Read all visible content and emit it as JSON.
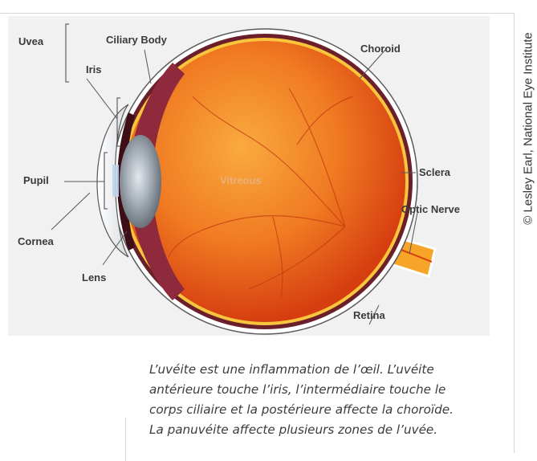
{
  "labels": {
    "uvea": "Uvea",
    "ciliary_body": "Ciliary Body",
    "choroid": "Choroid",
    "iris": "Iris",
    "pupil": "Pupil",
    "vitreous": "Vitreous",
    "sclera": "Sclera",
    "optic_nerve": "Optic Nerve",
    "cornea": "Cornea",
    "lens": "Lens",
    "retina": "Retina"
  },
  "credit": "© Lesley Earl, National Eye Institute",
  "caption": {
    "line1": "L’uvéite est une inflammation de l’œil. L’uvéite",
    "line2": "antérieure touche l’iris, l’intermédiaire touche le",
    "line3": "corps ciliaire et la postérieure affecte la choroïde.",
    "line4": "La panuvéite affecte plusieurs zones de l’uvée."
  },
  "colors": {
    "vitreous_center": "#f7a23a",
    "vitreous_edge": "#d9410f",
    "choroid": "#6b1f2a",
    "sclera": "#ffffff",
    "retina": "#f8c53c",
    "lens": "#8e98a3",
    "optic_nerve": "#f5a628",
    "panel_bg": "#f1f1f1"
  }
}
